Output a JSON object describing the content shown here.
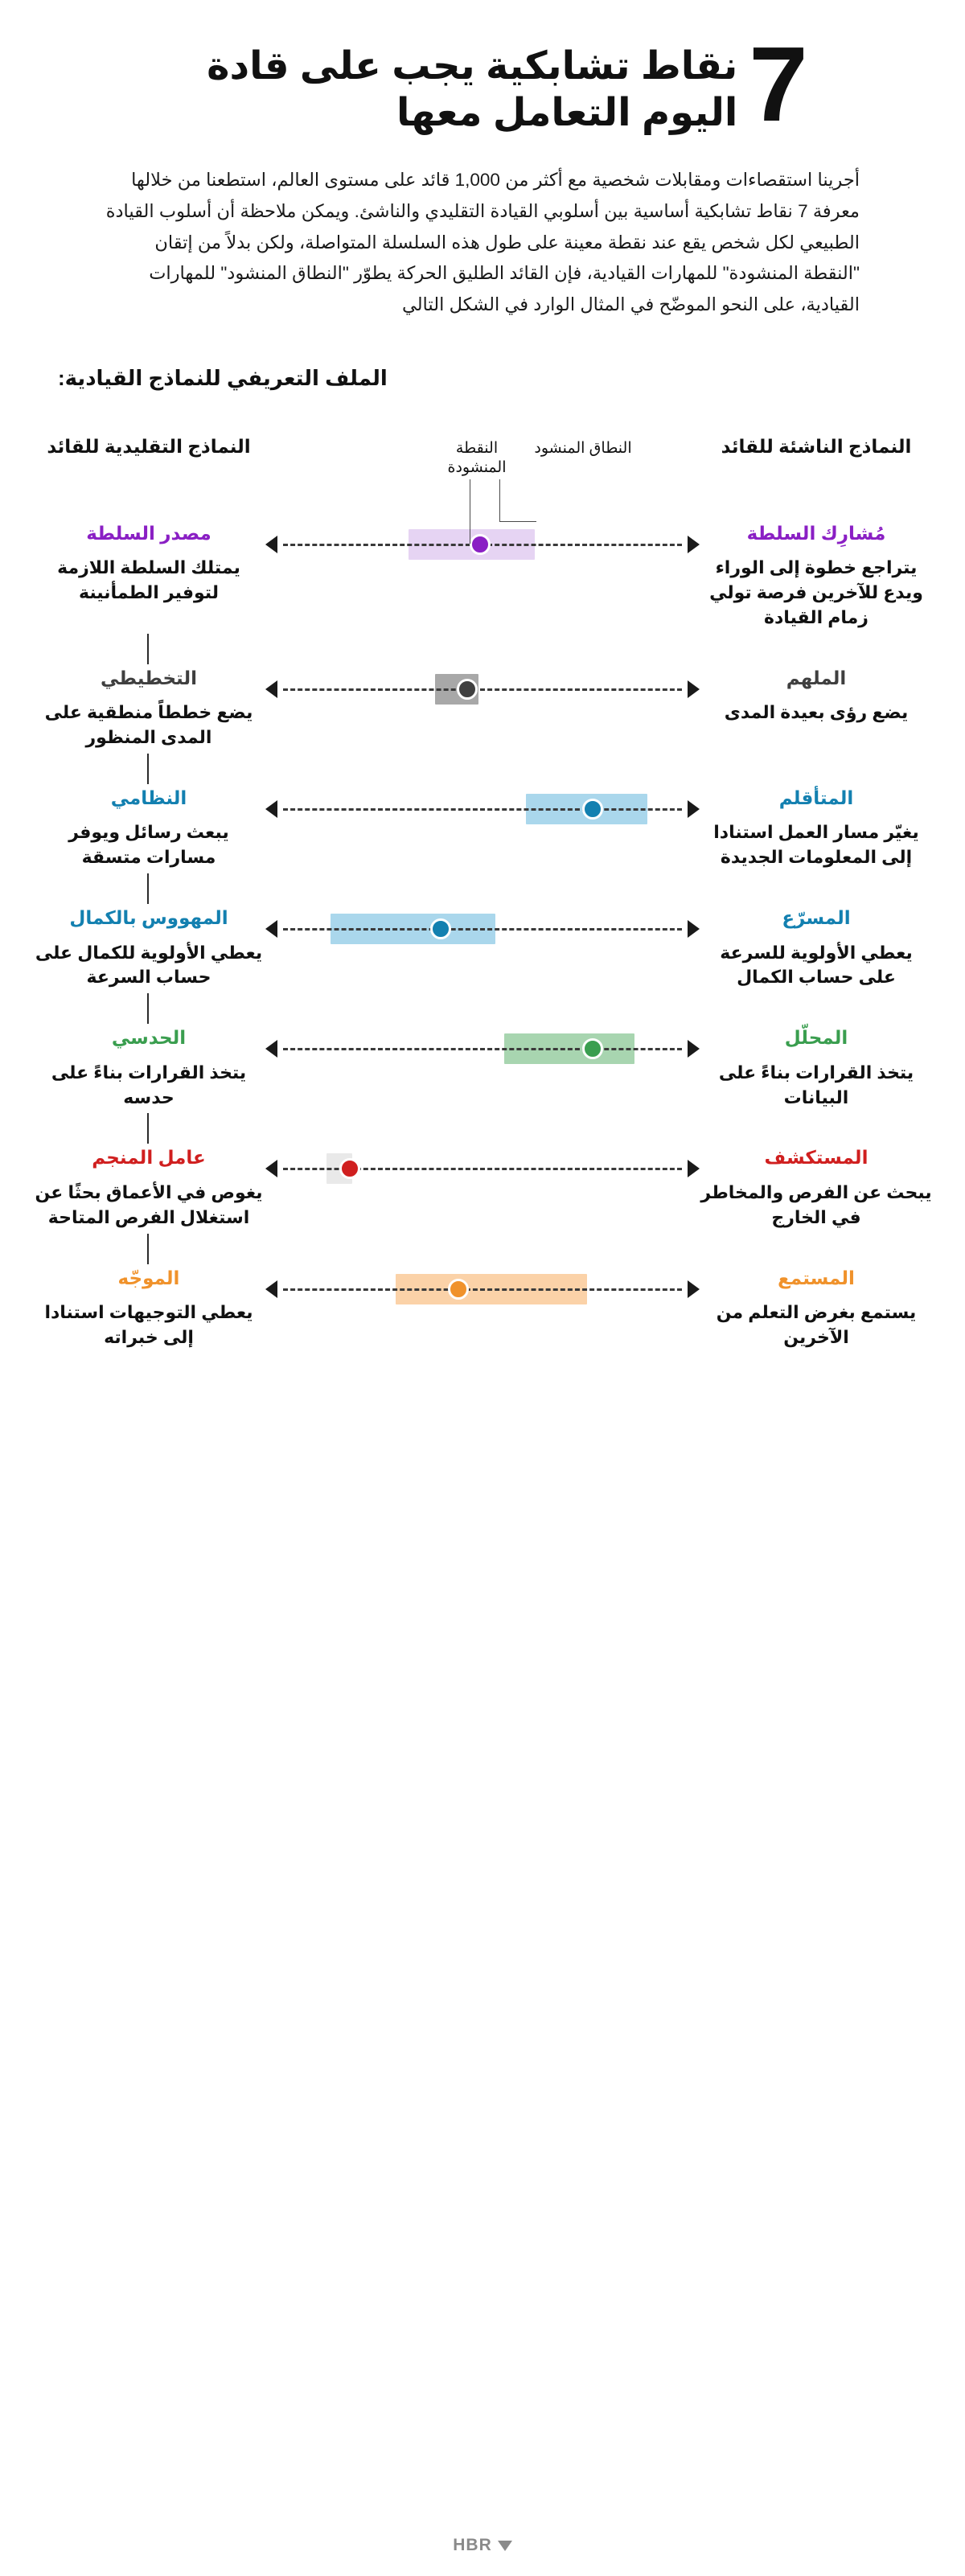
{
  "header": {
    "number": "7",
    "title": "نقاط تشابكية يجب على قادة اليوم التعامل معها",
    "intro": "أجرينا استقصاءات ومقابلات شخصية مع أكثر من 1,000 قائد على مستوى العالم، استطعنا من خلالها معرفة 7 نقاط تشابكية أساسية بين أسلوبي القيادة التقليدي والناشئ. ويمكن ملاحظة أن أسلوب القيادة الطبيعي لكل شخص يقع عند نقطة معينة على طول هذه السلسلة المتواصلة، ولكن بدلاً من إتقان \"النقطة المنشودة\" للمهارات القيادية، فإن القائد الطليق الحركة يطوّر \"النطاق المنشود\" للمهارات القيادية، على النحو الموضّح في المثال الوارد في الشكل التالي",
    "subhead": "الملف التعريفي للنماذج القيادية:"
  },
  "chart_data": {
    "type": "bar",
    "title": "الملف التعريفي للنماذج القيادية:",
    "column_headers": {
      "left": "النماذج التقليدية للقائد",
      "right": "النماذج الناشئة للقائد"
    },
    "legend": {
      "point": "النقطة المنشودة",
      "range": "النطاق المنشود"
    },
    "axis_note": "المحور أفقي ثنائي الاتجاه من النموذج التقليدي (يسار) إلى النموذج الناشئ (يمين)، القيم من 0 إلى 100",
    "xlim": [
      0,
      100
    ],
    "grid": false,
    "legend_position": "top-center",
    "rows": [
      {
        "id": "authority",
        "color": "#8A1FC4",
        "band_color": "#E6D4F3",
        "traditional_name": "مصدر السلطة",
        "traditional_desc": "يمتلك السلطة اللازمة لتوفير الطمأنينة",
        "emerging_name": "مُشارِك السلطة",
        "emerging_desc": "يتراجع خطوة إلى الوراء ويدع للآخرين فرصة تولي زمام القيادة",
        "range_start": 33,
        "range_end": 62,
        "point": 47
      },
      {
        "id": "planner",
        "color": "#3F3F3F",
        "band_color": "#A8A8A8",
        "traditional_name": "التخطيطي",
        "traditional_desc": "يضع خططاً منطقية على المدى المنظور",
        "emerging_name": "الملهم",
        "emerging_desc": "يضع رؤى بعيدة المدى",
        "range_start": 39,
        "range_end": 49,
        "point": 44
      },
      {
        "id": "systematic",
        "color": "#1380B0",
        "band_color": "#AAD7EC",
        "traditional_name": "النظامي",
        "traditional_desc": "يبعث رسائل ويوفر مسارات متسقة",
        "emerging_name": "المتأقلم",
        "emerging_desc": "يغيّر مسار العمل استنادا إلى المعلومات الجديدة",
        "range_start": 60,
        "range_end": 88,
        "point": 73
      },
      {
        "id": "perfectionist",
        "color": "#1380B0",
        "band_color": "#AAD7EC",
        "traditional_name": "المهووس بالكمال",
        "traditional_desc": "يعطي الأولوية للكمال على حساب السرعة",
        "emerging_name": "المسرّع",
        "emerging_desc": "يعطي الأولوية للسرعة على حساب الكمال",
        "range_start": 15,
        "range_end": 53,
        "point": 38
      },
      {
        "id": "intuitive",
        "color": "#3A9E4F",
        "band_color": "#A8D5B0",
        "traditional_name": "الحدسي",
        "traditional_desc": "يتخذ القرارات بناءً على حدسه",
        "emerging_name": "المحلّل",
        "emerging_desc": "يتخذ القرارات بناءً على البيانات",
        "range_start": 55,
        "range_end": 85,
        "point": 73
      },
      {
        "id": "miner",
        "color": "#D01F1F",
        "band_color": "#E9E9E9",
        "traditional_name": "عامل المنجم",
        "traditional_desc": "يغوص في الأعماق بحثًا عن استغلال الفرص المتاحة",
        "emerging_name": "المستكشف",
        "emerging_desc": "يبحث عن الفرص والمخاطر في الخارج",
        "range_start": 14,
        "range_end": 20,
        "point": 17
      },
      {
        "id": "teller",
        "color": "#F0922B",
        "band_color": "#FBD2A8",
        "traditional_name": "الموجّه",
        "traditional_desc": "يعطي التوجيهات استنادا إلى خبراته",
        "emerging_name": "المستمع",
        "emerging_desc": "يستمع بغرض التعلم من الآخرين",
        "range_start": 30,
        "range_end": 74,
        "point": 42
      }
    ]
  },
  "footer": {
    "brand": "HBR"
  }
}
